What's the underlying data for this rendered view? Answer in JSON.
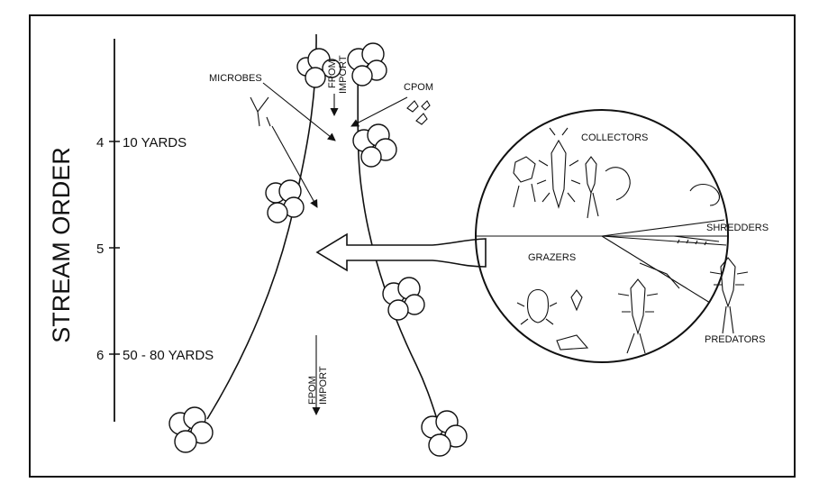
{
  "axis": {
    "title": "STREAM ORDER",
    "ticks": [
      {
        "order": "4",
        "width": "10  YARDS"
      },
      {
        "order": "5",
        "width": ""
      },
      {
        "order": "6",
        "width": "50 - 80  YARDS"
      }
    ]
  },
  "inputs": {
    "microbes": "MICROBES",
    "cpom": "CPOM",
    "fpom_top": {
      "line1": "FPOM",
      "line2": "IMPORT"
    },
    "fpom_bottom": {
      "line1": "FPOM",
      "line2": "IMPORT"
    }
  },
  "groups": {
    "collectors": "COLLECTORS",
    "shredders": "SHREDDERS",
    "grazers": "GRAZERS",
    "predators": "PREDATORS"
  },
  "colors": {
    "ink": "#111111",
    "paper": "#ffffff"
  }
}
